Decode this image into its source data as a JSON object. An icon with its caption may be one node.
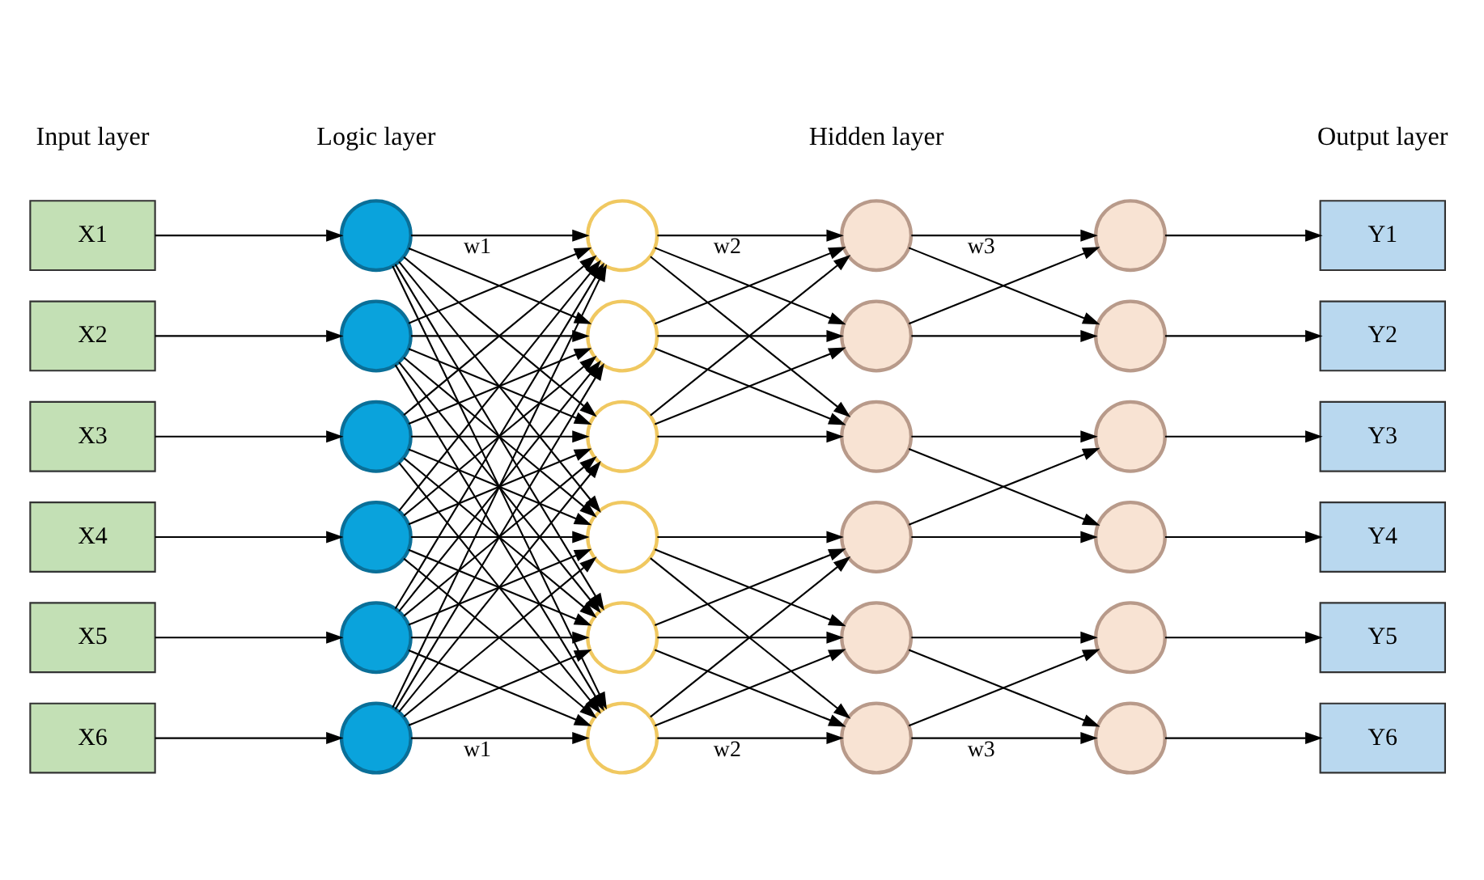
{
  "diagram": {
    "nodes": [
      {
        "text": [
          "X1"
        ]
      },
      {
        "text": [
          "X2"
        ]
      },
      {
        "text": [
          "X3"
        ]
      },
      {
        "text": [
          "X4"
        ]
      },
      {
        "text": [
          "X5"
        ]
      },
      {
        "text": [
          "X6"
        ]
      },
      {
        "text": [],
        "shape": "circle"
      },
      {
        "text": [],
        "shape": "circle"
      },
      {
        "text": [],
        "shape": "circle"
      },
      {
        "text": [],
        "shape": "circle"
      },
      {
        "text": [],
        "shape": "circle"
      },
      {
        "text": [],
        "shape": "circle"
      },
      {
        "text": [],
        "shape": "circle"
      },
      {
        "text": [],
        "shape": "circle"
      },
      {
        "text": [],
        "shape": "circle"
      },
      {
        "text": [],
        "shape": "circle"
      },
      {
        "text": [],
        "shape": "circle"
      },
      {
        "text": [],
        "shape": "circle"
      },
      {
        "text": [],
        "shape": "circle"
      },
      {
        "text": [],
        "shape": "circle"
      },
      {
        "text": [],
        "shape": "circle"
      },
      {
        "text": [],
        "shape": "circle"
      },
      {
        "text": [],
        "shape": "circle"
      },
      {
        "text": [],
        "shape": "circle"
      },
      {
        "text": [],
        "shape": "circle"
      },
      {
        "text": [],
        "shape": "circle"
      },
      {
        "text": [],
        "shape": "circle"
      },
      {
        "text": [],
        "shape": "circle"
      },
      {
        "text": [],
        "shape": "circle"
      },
      {
        "text": [],
        "shape": "circle"
      },
      {
        "text": [
          "Y1"
        ]
      },
      {
        "text": [
          "Y2"
        ]
      },
      {
        "text": [
          "Y3"
        ]
      },
      {
        "text": [
          "Y4"
        ]
      },
      {
        "text": [
          "Y5"
        ]
      },
      {
        "text": [
          "Y6"
        ]
      }
    ],
    "edges": [
      {
        "from": 0,
        "to": 6,
        "arrow": "to"
      },
      {
        "from": 1,
        "to": 7,
        "arrow": "to"
      },
      {
        "from": 2,
        "to": 8,
        "arrow": "to"
      },
      {
        "from": 3,
        "to": 9,
        "arrow": "to"
      },
      {
        "from": 4,
        "to": 10,
        "arrow": "to"
      },
      {
        "from": 5,
        "to": 11,
        "arrow": "to"
      },
      {
        "from": 6,
        "to": 12,
        "arrow": "to",
        "label": "w1"
      },
      {
        "from": 6,
        "to": 13,
        "arrow": "to"
      },
      {
        "from": 6,
        "to": 14,
        "arrow": "to"
      },
      {
        "from": 6,
        "to": 15,
        "arrow": "to"
      },
      {
        "from": 6,
        "to": 16,
        "arrow": "to"
      },
      {
        "from": 6,
        "to": 17,
        "arrow": "to"
      },
      {
        "from": 7,
        "to": 12,
        "arrow": "to"
      },
      {
        "from": 7,
        "to": 13,
        "arrow": "to"
      },
      {
        "from": 7,
        "to": 14,
        "arrow": "to"
      },
      {
        "from": 7,
        "to": 15,
        "arrow": "to"
      },
      {
        "from": 7,
        "to": 16,
        "arrow": "to"
      },
      {
        "from": 7,
        "to": 17,
        "arrow": "to"
      },
      {
        "from": 8,
        "to": 12,
        "arrow": "to"
      },
      {
        "from": 8,
        "to": 13,
        "arrow": "to"
      },
      {
        "from": 8,
        "to": 14,
        "arrow": "to"
      },
      {
        "from": 8,
        "to": 15,
        "arrow": "to"
      },
      {
        "from": 8,
        "to": 16,
        "arrow": "to"
      },
      {
        "from": 8,
        "to": 17,
        "arrow": "to"
      },
      {
        "from": 9,
        "to": 12,
        "arrow": "to"
      },
      {
        "from": 9,
        "to": 13,
        "arrow": "to"
      },
      {
        "from": 9,
        "to": 14,
        "arrow": "to"
      },
      {
        "from": 9,
        "to": 15,
        "arrow": "to"
      },
      {
        "from": 9,
        "to": 16,
        "arrow": "to"
      },
      {
        "from": 9,
        "to": 17,
        "arrow": "to"
      },
      {
        "from": 10,
        "to": 12,
        "arrow": "to"
      },
      {
        "from": 10,
        "to": 13,
        "arrow": "to"
      },
      {
        "from": 10,
        "to": 14,
        "arrow": "to"
      },
      {
        "from": 10,
        "to": 15,
        "arrow": "to"
      },
      {
        "from": 10,
        "to": 16,
        "arrow": "to"
      },
      {
        "from": 10,
        "to": 17,
        "arrow": "to"
      },
      {
        "from": 11,
        "to": 12,
        "arrow": "to"
      },
      {
        "from": 11,
        "to": 13,
        "arrow": "to"
      },
      {
        "from": 11,
        "to": 14,
        "arrow": "to"
      },
      {
        "from": 11,
        "to": 15,
        "arrow": "to"
      },
      {
        "from": 11,
        "to": 16,
        "arrow": "to"
      },
      {
        "from": 11,
        "to": 17,
        "arrow": "to",
        "label": "w1"
      },
      {
        "from": 12,
        "to": 18,
        "arrow": "to",
        "label": "w2"
      },
      {
        "from": 12,
        "to": 19,
        "arrow": "to"
      },
      {
        "from": 12,
        "to": 20,
        "arrow": "to"
      },
      {
        "from": 13,
        "to": 18,
        "arrow": "to"
      },
      {
        "from": 13,
        "to": 19,
        "arrow": "to"
      },
      {
        "from": 13,
        "to": 20,
        "arrow": "to"
      },
      {
        "from": 14,
        "to": 18,
        "arrow": "to"
      },
      {
        "from": 14,
        "to": 19,
        "arrow": "to"
      },
      {
        "from": 14,
        "to": 20,
        "arrow": "to"
      },
      {
        "from": 15,
        "to": 21,
        "arrow": "to"
      },
      {
        "from": 15,
        "to": 22,
        "arrow": "to"
      },
      {
        "from": 15,
        "to": 23,
        "arrow": "to"
      },
      {
        "from": 16,
        "to": 21,
        "arrow": "to"
      },
      {
        "from": 16,
        "to": 22,
        "arrow": "to"
      },
      {
        "from": 16,
        "to": 23,
        "arrow": "to"
      },
      {
        "from": 17,
        "to": 21,
        "arrow": "to"
      },
      {
        "from": 17,
        "to": 22,
        "arrow": "to"
      },
      {
        "from": 17,
        "to": 23,
        "arrow": "to",
        "label": "w2"
      },
      {
        "from": 18,
        "to": 24,
        "arrow": "to",
        "label": "w3"
      },
      {
        "from": 18,
        "to": 25,
        "arrow": "to"
      },
      {
        "from": 19,
        "to": 24,
        "arrow": "to"
      },
      {
        "from": 19,
        "to": 25,
        "arrow": "to"
      },
      {
        "from": 20,
        "to": 26,
        "arrow": "to"
      },
      {
        "from": 20,
        "to": 27,
        "arrow": "to"
      },
      {
        "from": 21,
        "to": 26,
        "arrow": "to"
      },
      {
        "from": 21,
        "to": 27,
        "arrow": "to"
      },
      {
        "from": 22,
        "to": 28,
        "arrow": "to"
      },
      {
        "from": 22,
        "to": 29,
        "arrow": "to"
      },
      {
        "from": 23,
        "to": 28,
        "arrow": "to"
      },
      {
        "from": 23,
        "to": 29,
        "arrow": "to",
        "label": "w3"
      },
      {
        "from": 24,
        "to": 30,
        "arrow": "to"
      },
      {
        "from": 25,
        "to": 31,
        "arrow": "to"
      },
      {
        "from": 26,
        "to": 32,
        "arrow": "to"
      },
      {
        "from": 27,
        "to": 33,
        "arrow": "to"
      },
      {
        "from": 28,
        "to": 34,
        "arrow": "to"
      },
      {
        "from": 29,
        "to": 35,
        "arrow": "to"
      }
    ],
    "labels": [
      "Input layer",
      "Logic layer",
      "Hidden layer",
      "Output layer"
    ]
  }
}
